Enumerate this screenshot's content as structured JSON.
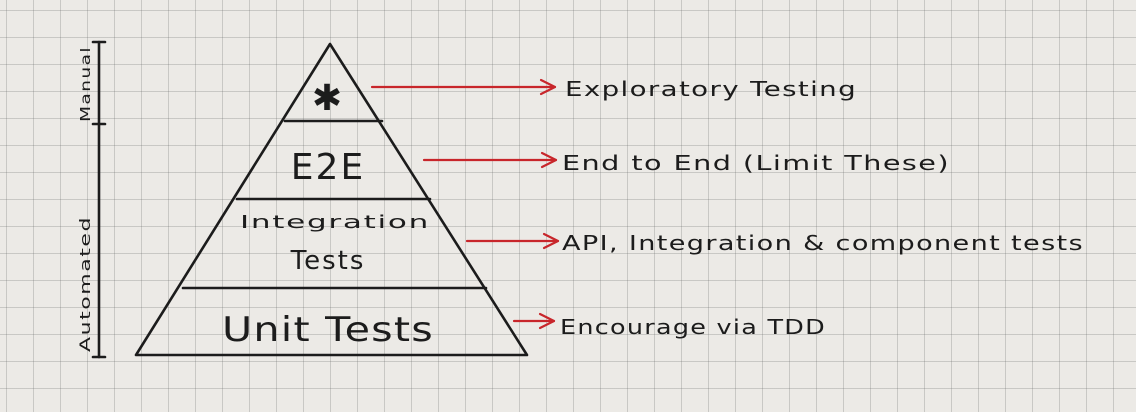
{
  "side_labels": {
    "manual": "Manual",
    "automated": "Automated"
  },
  "pyramid": {
    "top_symbol": "✱",
    "e2e": "E2E",
    "integration_line1": "Integration",
    "integration_line2": "Tests",
    "unit": "Unit Tests"
  },
  "annotations": {
    "exploratory": "Exploratory Testing",
    "e2e": "End to End (Limit These)",
    "integration": "API, Integration & component tests",
    "unit": "Encourage via TDD"
  },
  "colors": {
    "ink": "#1c1c1c",
    "arrow": "#c8262b",
    "paper": "#eceae6"
  }
}
